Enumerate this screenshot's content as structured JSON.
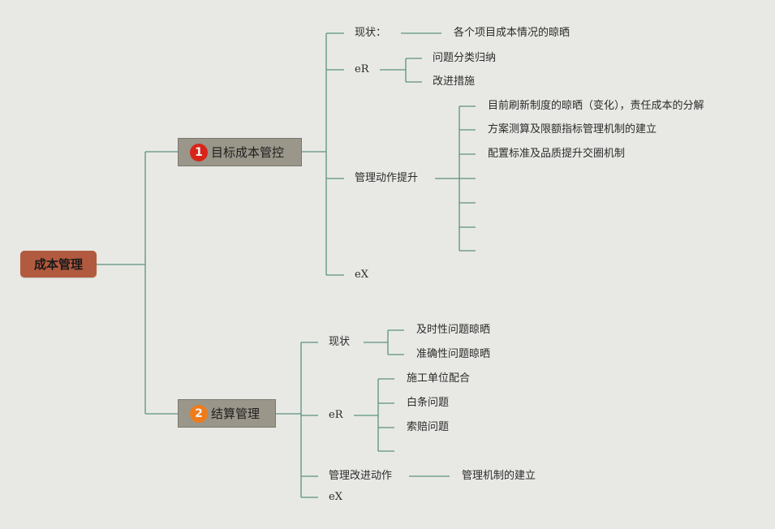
{
  "root": {
    "label": "成本管理"
  },
  "branches": [
    {
      "number": "1",
      "label": "目标成本管控",
      "badge_color": "#d8251a",
      "children": {
        "status": {
          "label": "现状：",
          "child": "各个项目成本情况的晾晒"
        },
        "er": {
          "label": "eR",
          "items": [
            "问题分类归纳",
            "改进措施"
          ]
        },
        "actions": {
          "label": "管理动作提升",
          "items": [
            "目前刷新制度的晾晒（变化），责任成本的分解",
            "方案测算及限额指标管理机制的建立",
            "配置标准及品质提升交圈机制",
            "",
            "",
            "",
            ""
          ]
        },
        "ex": {
          "label": "eX"
        }
      }
    },
    {
      "number": "2",
      "label": "结算管理",
      "badge_color": "#ef7b1a",
      "children": {
        "status": {
          "label": "现状",
          "items": [
            "及时性问题晾晒",
            "准确性问题晾晒"
          ]
        },
        "er": {
          "label": "eR",
          "items": [
            "施工单位配合",
            "白条问题",
            "索赔问题",
            ""
          ]
        },
        "actions": {
          "label": "管理改进动作",
          "child": "管理机制的建立"
        },
        "ex": {
          "label": "eX"
        }
      }
    }
  ],
  "colors": {
    "line": "#5b9180",
    "background": "#e8e9e5"
  }
}
